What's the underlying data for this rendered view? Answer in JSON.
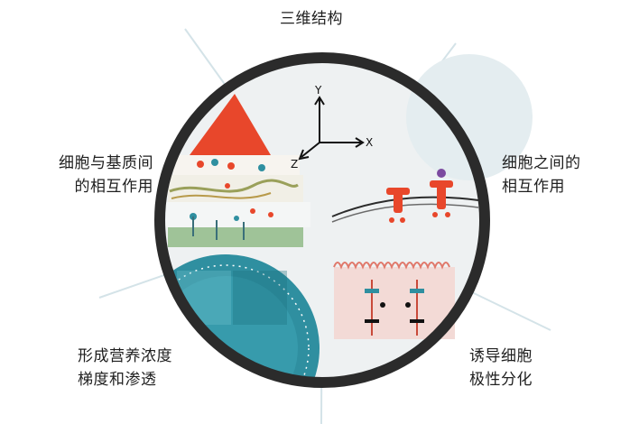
{
  "labels": {
    "top": "三维结构",
    "left_line1": "细胞与基质间",
    "left_line2": "的相互作用",
    "right_line1": "细胞之间的",
    "right_line2": "相互作用",
    "bottom_left_line1": "形成营养浓度",
    "bottom_left_line2": "梯度和渗透",
    "bottom_right_line1": "诱导细胞",
    "bottom_right_line2": "极性分化"
  },
  "axes": {
    "y": "Y",
    "x": "X",
    "z": "Z"
  },
  "colors": {
    "ring": "#2b2b2b",
    "disk": "#eef1f2",
    "divider": "#c9dde3",
    "red": "#e8472b",
    "teal": "#2f8fa0",
    "green": "#7ba76a"
  }
}
